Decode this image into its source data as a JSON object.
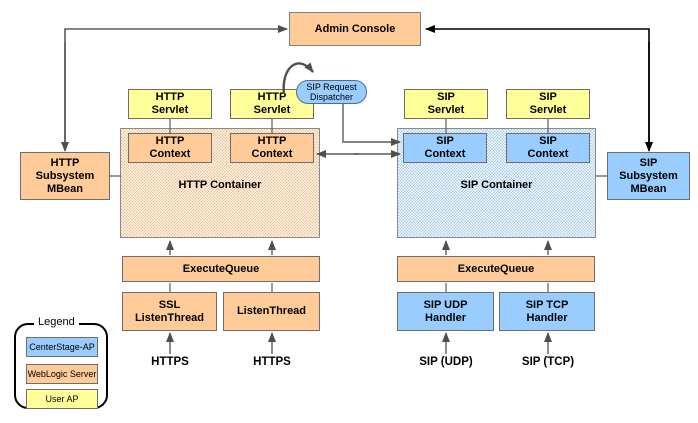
{
  "nodes": {
    "admin_console": "Admin Console",
    "sip_request_dispatcher": "SIP Request\nDispatcher",
    "http_servlet_1": "HTTP\nServlet",
    "http_servlet_2": "HTTP\nServlet",
    "sip_servlet_1": "SIP\nServlet",
    "sip_servlet_2": "SIP\nServlet",
    "http_context_1": "HTTP\nContext",
    "http_context_2": "HTTP\nContext",
    "sip_context_1": "SIP\nContext",
    "sip_context_2": "SIP\nContext",
    "http_container": "HTTP Container",
    "sip_container": "SIP Container",
    "http_subsystem_mbean": "HTTP\nSubsystem\nMBean",
    "sip_subsystem_mbean": "SIP\nSubsystem\nMBean",
    "http_execute_queue": "ExecuteQueue",
    "sip_execute_queue": "ExecuteQueue",
    "ssl_listen_thread": "SSL\nListenThread",
    "listen_thread": "ListenThread",
    "sip_udp_handler": "SIP UDP\nHandler",
    "sip_tcp_handler": "SIP TCP\nHandler"
  },
  "protocol_labels": {
    "https_1": "HTTPS",
    "https_2": "HTTPS",
    "sip_udp": "SIP (UDP)",
    "sip_tcp": "SIP (TCP)"
  },
  "legend": {
    "title": "Legend",
    "items": [
      {
        "label": "CenterStage-AP",
        "color": "#99CCFF"
      },
      {
        "label": "WebLogic Server",
        "color": "#FFCC99"
      },
      {
        "label": "User AP",
        "color": "#FFFF99"
      }
    ]
  },
  "colors": {
    "weblogic_orange": "#FFCC99",
    "centerstage_blue": "#99CCFF",
    "user_yellow": "#FFFF99",
    "http_container_hatch": "#F1C08E",
    "sip_container_hatch": "#A6CCEC",
    "wire_gray": "#4f4f4f",
    "wire_black": "#000000",
    "box_border": "#6e6e6e"
  }
}
